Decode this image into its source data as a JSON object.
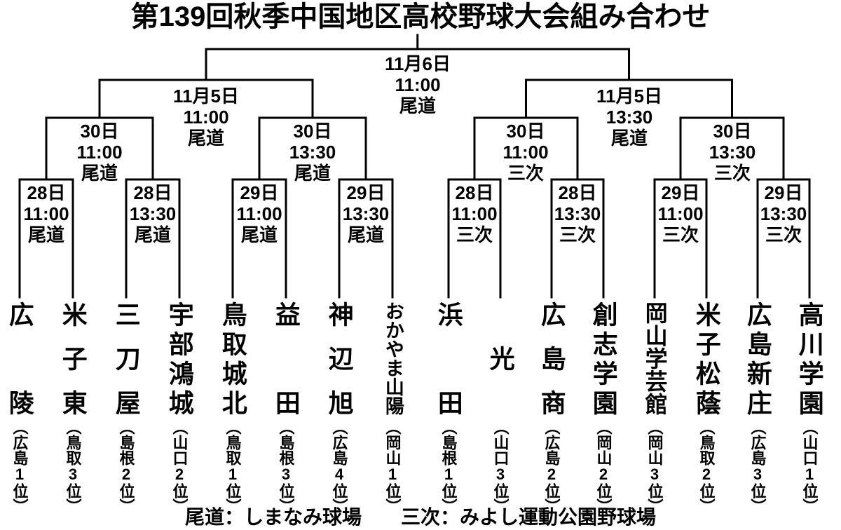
{
  "title": "第139回秋季中国地区高校野球大会組み合わせ",
  "colors": {
    "line": "#000000",
    "text": "#000000",
    "background": "#ffffff"
  },
  "final": {
    "date": "11月6日",
    "time": "11:00",
    "venue": "尾道"
  },
  "semifinals": [
    {
      "date": "11月5日",
      "time": "11:00",
      "venue": "尾道"
    },
    {
      "date": "11月5日",
      "time": "13:30",
      "venue": "尾道"
    }
  ],
  "quarterfinals": [
    {
      "date": "30日",
      "time": "11:00",
      "venue": "尾道"
    },
    {
      "date": "30日",
      "time": "13:30",
      "venue": "尾道"
    },
    {
      "date": "30日",
      "time": "11:00",
      "venue": "三次"
    },
    {
      "date": "30日",
      "time": "13:30",
      "venue": "三次"
    }
  ],
  "round1": [
    {
      "date": "28日",
      "time": "11:00",
      "venue": "尾道"
    },
    {
      "date": "28日",
      "time": "13:30",
      "venue": "尾道"
    },
    {
      "date": "29日",
      "time": "11:00",
      "venue": "尾道"
    },
    {
      "date": "29日",
      "time": "13:30",
      "venue": "尾道"
    },
    {
      "date": "28日",
      "time": "11:00",
      "venue": "三次"
    },
    {
      "date": "28日",
      "time": "13:30",
      "venue": "三次"
    },
    {
      "date": "29日",
      "time": "11:00",
      "venue": "三次"
    },
    {
      "date": "29日",
      "time": "13:30",
      "venue": "三次"
    }
  ],
  "teams": [
    {
      "name": "広陵",
      "seed": "（広島1位）"
    },
    {
      "name": "米子東",
      "seed": "（鳥取3位）"
    },
    {
      "name": "三刀屋",
      "seed": "（島根2位）"
    },
    {
      "name": "宇部鴻城",
      "seed": "（山口2位）"
    },
    {
      "name": "鳥取城北",
      "seed": "（鳥取1位）"
    },
    {
      "name": "益田",
      "seed": "（島根3位）"
    },
    {
      "name": "神辺旭",
      "seed": "（広島4位）"
    },
    {
      "name": "おかやま山陽",
      "seed": "（岡山1位）"
    },
    {
      "name": "浜田",
      "seed": "（島根1位）"
    },
    {
      "name": "光",
      "seed": "（山口3位）"
    },
    {
      "name": "広島商",
      "seed": "（広島2位）"
    },
    {
      "name": "創志学園",
      "seed": "（岡山2位）"
    },
    {
      "name": "岡山学芸館",
      "seed": "（岡山3位）"
    },
    {
      "name": "米子松蔭",
      "seed": "（鳥取2位）"
    },
    {
      "name": "広島新庄",
      "seed": "（広島3位）"
    },
    {
      "name": "高川学園",
      "seed": "（山口1位）"
    }
  ],
  "footer": {
    "note": "尾道：しまなみ球場　　三次：みよし運動公園野球場"
  }
}
